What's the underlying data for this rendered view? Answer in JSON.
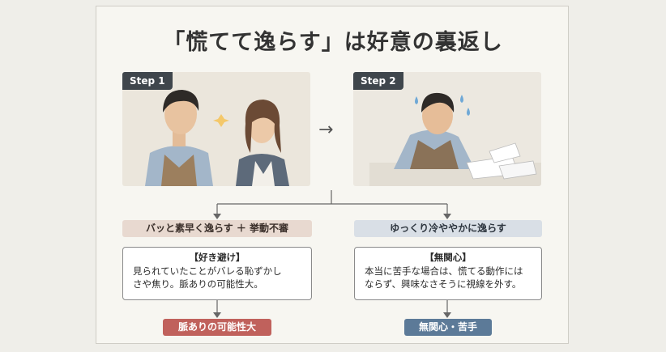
{
  "title": "「慌てて逸らす」は好意の裏返し",
  "steps": [
    {
      "label": "Step 1"
    },
    {
      "label": "Step 2"
    }
  ],
  "arrow": "→",
  "branches": [
    {
      "condition": "バッと素早く逸らす ＋ 挙動不審",
      "heading": "【好き避け】",
      "body_line1": "見られていたことがバレる恥ずかし",
      "body_line2": "さや焦り。脈ありの可能性大。",
      "result": "脈ありの可能性大",
      "color": "#c0615c"
    },
    {
      "condition": "ゆっくり冷ややかに逸らす",
      "heading": "【無関心】",
      "body_line1": "本当に苦手な場合は、慌てる動作には",
      "body_line2": "ならず、興味なさそうに視線を外す。",
      "result": "無関心・苦手",
      "color": "#5c7a98"
    }
  ]
}
